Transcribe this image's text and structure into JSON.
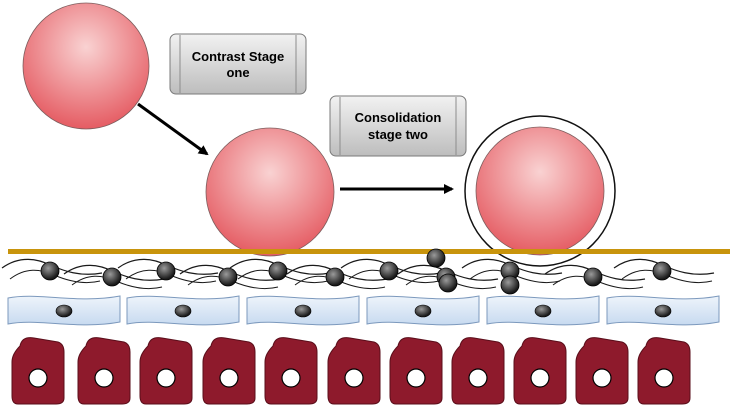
{
  "labels": {
    "stage_one_line1": "Contrast Stage",
    "stage_one_line2": "one",
    "stage_two_line1": "Consolidation",
    "stage_two_line2": "stage two"
  },
  "colors": {
    "cell_fill_light": "#f6c9c9",
    "cell_fill_dark": "#e8636a",
    "membrane": "#c8940c",
    "tissue_cell": "#8e1a2c",
    "band_cell": "#dde9f6",
    "label_box": "#d2d2d2"
  },
  "icons": {
    "cell": "red-sphere",
    "arrow": "right-arrow"
  }
}
